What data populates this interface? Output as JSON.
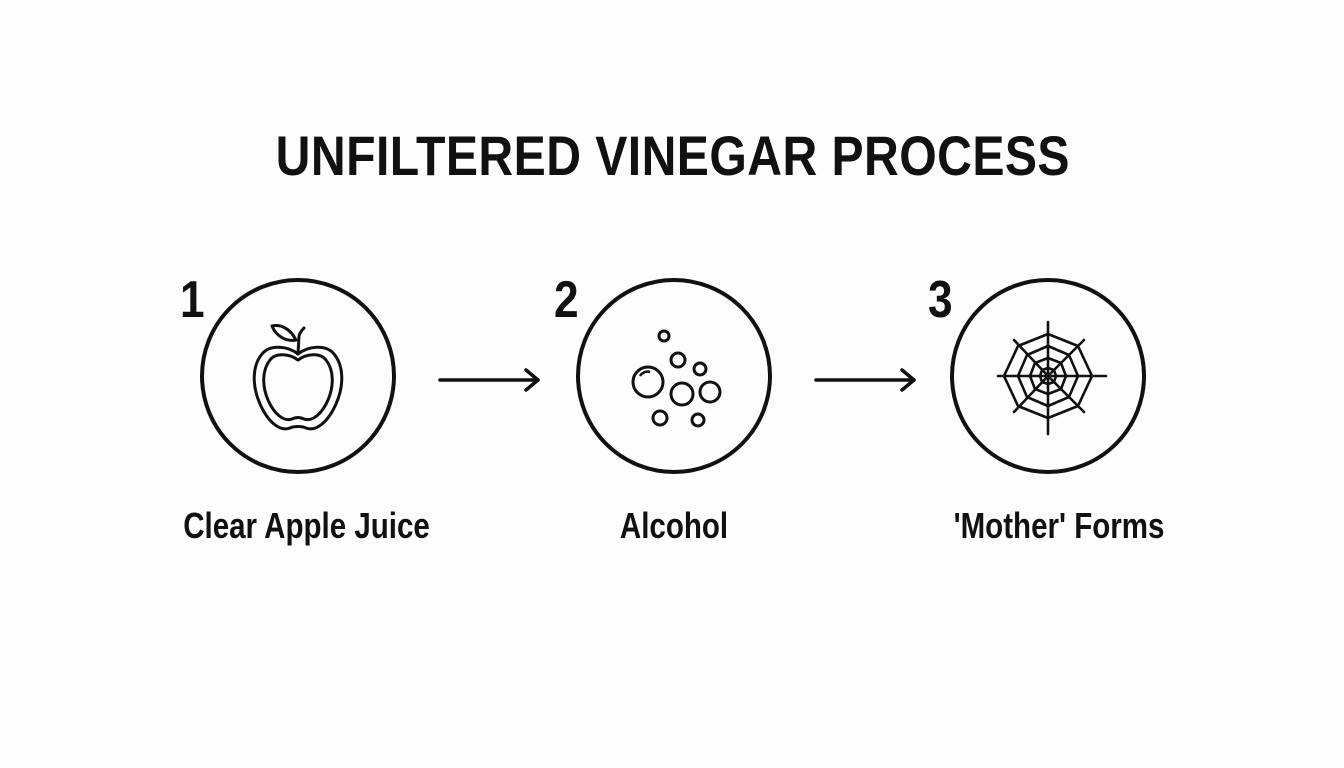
{
  "title": "UNFILTERED VINEGAR PROCESS",
  "steps": [
    {
      "number": "1",
      "label": "Clear Apple Juice",
      "icon": "apple-icon"
    },
    {
      "number": "2",
      "label": "Alcohol",
      "icon": "bubbles-icon"
    },
    {
      "number": "3",
      "label": "'Mother' Forms",
      "icon": "spiderweb-icon"
    }
  ],
  "colors": {
    "background": "#fdfdfd",
    "ink": "#111111"
  }
}
